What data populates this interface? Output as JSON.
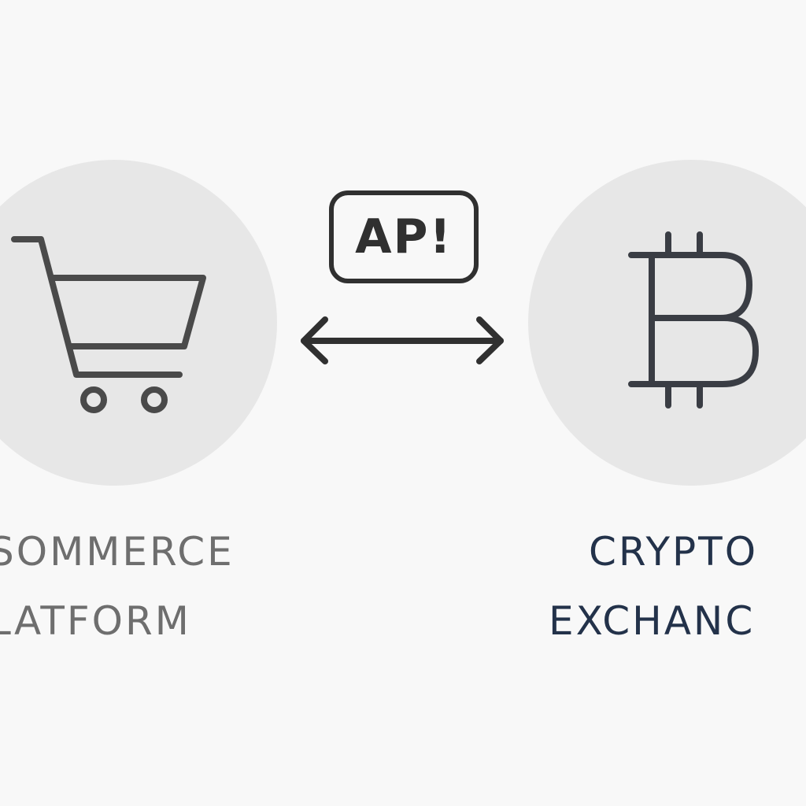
{
  "diagram": {
    "left_node": {
      "icon": "shopping-cart-icon",
      "label_line1": "SOMMERCE",
      "label_line2": "LATFORM"
    },
    "connector": {
      "label": "AP!",
      "arrow": "bidirectional-arrow-icon"
    },
    "right_node": {
      "icon": "bitcoin-icon",
      "label_line1": "CRYPTO",
      "label_line2": "EXCHANC"
    }
  },
  "colors": {
    "background": "#f8f8f8",
    "circle_fill": "#e7e7e7",
    "icon_stroke": "#4a4a4a",
    "left_label": "#6e6e6e",
    "right_label": "#23324a",
    "connector": "#303030"
  }
}
